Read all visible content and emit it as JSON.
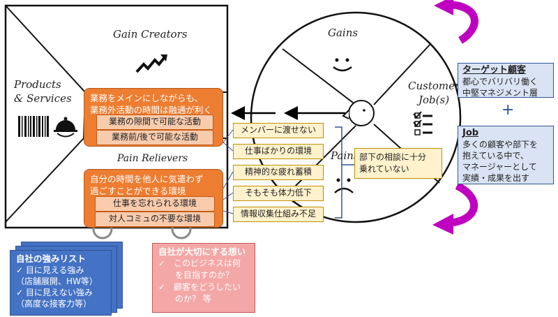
{
  "product_map": {
    "gain_creators_label": "Gain Creators",
    "products_label_line1": "Products",
    "products_label_line2": "& Services",
    "pain_relievers_label": "Pain Relievers"
  },
  "customer_profile": {
    "gains_label": "Gains",
    "pains_label": "Pains",
    "jobs_label_line1": "Customer",
    "jobs_label_line2": "Job(s)"
  },
  "gain_box": {
    "line1": "業務をメインにしながらも、",
    "line2": "業務外活動の時間は融通が利く",
    "items": [
      "業務の隙間で可能な活動",
      "業務前/後で可能な活動"
    ]
  },
  "pain_box": {
    "line1": "自分の時間を他人に気遣わず",
    "line2": "過ごすことができる環境",
    "items": [
      "仕事を忘れられる環境",
      "対人コミュの不要な環境"
    ]
  },
  "pains": [
    "メンバーに渡せない",
    "仕事ばかりの環境",
    "精神的な疲れ蓄積",
    "そもそも体力低下",
    "情報収集仕組み不足"
  ],
  "pain_note": {
    "line1": "部下の相談に十分",
    "line2": "乗れていない"
  },
  "target": {
    "title": "ターゲット顧客",
    "line1": "都心でバリバリ働く",
    "line2": "中堅マネジメント層"
  },
  "plus": "+",
  "job": {
    "title": "Job",
    "line1": "多くの顧客や部下を",
    "line2": "抱えている中で、",
    "line3": "マネージャーとして",
    "line4": "実績・成果を出す"
  },
  "strengths": {
    "title": "自社の強みリスト",
    "items": [
      "✓ 目に見える強み",
      "（店舗展開、HW等）",
      "✓ 目に見えない強み",
      "（高度な接客力等）"
    ]
  },
  "beliefs": {
    "title": "自社が大切にする想い",
    "items": [
      "✓　このビジネスは何",
      "　　を目指すのか？",
      "✓　顧客をどうしたい",
      "　　のか？ 等"
    ]
  },
  "colors": {
    "orange": "#ed7d31",
    "pain_fill": "#fff2cc",
    "note_fill": "#dae3f3",
    "blue": "#4472c4",
    "pink": "#f4a7a7",
    "purple_arrow": "#c000c0"
  },
  "icons": [
    "gain-chart-icon",
    "barcode-icon",
    "cloche-icon",
    "smile-icon",
    "frown-icon",
    "checklist-icon",
    "cycle-arrow-icon"
  ]
}
